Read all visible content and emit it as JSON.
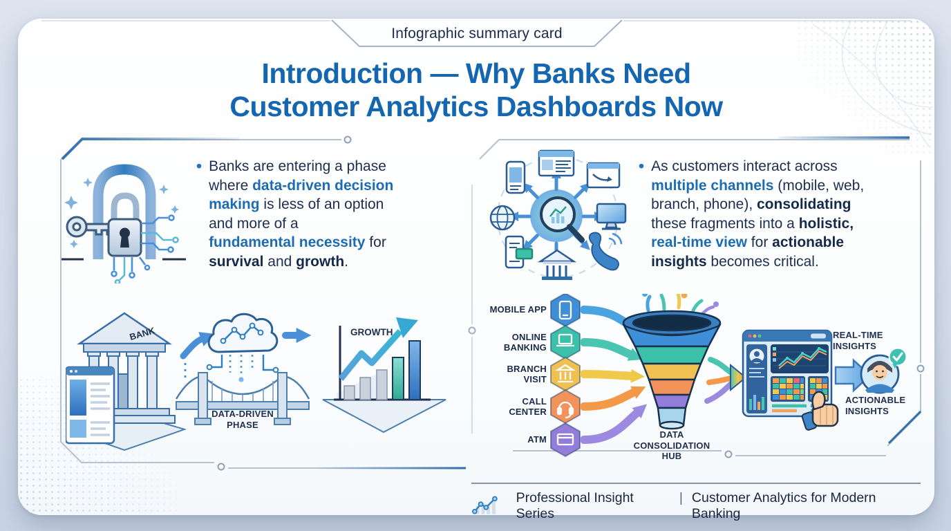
{
  "tab": {
    "label": "Infographic summary card"
  },
  "title": {
    "line1": "Introduction — Why Banks Need",
    "line2": "Customer Analytics Dashboards Now"
  },
  "left_panel": {
    "bullet_segments": [
      {
        "t": "Banks are entering a phase\nwhere ",
        "s": ""
      },
      {
        "t": "data-driven decision\nmaking",
        "s": "bb"
      },
      {
        "t": " is less of an option\nand more of a\n",
        "s": ""
      },
      {
        "t": "fundamental necessity",
        "s": "bb"
      },
      {
        "t": " for\n",
        "s": ""
      },
      {
        "t": "survival",
        "s": "bd"
      },
      {
        "t": " and ",
        "s": ""
      },
      {
        "t": "growth",
        "s": "bd"
      },
      {
        "t": ".",
        "s": ""
      }
    ],
    "scene": {
      "bank_sign": "BANK",
      "bridge_label": "DATA-DRIVEN\nPHASE",
      "growth_label": "GROWTH"
    }
  },
  "right_panel": {
    "bullet_segments": [
      {
        "t": "As customers interact across\n",
        "s": ""
      },
      {
        "t": "multiple channels",
        "s": "bb"
      },
      {
        "t": " (mobile, web,\nbranch, phone), ",
        "s": ""
      },
      {
        "t": "consolidating",
        "s": "bd"
      },
      {
        "t": "\nthese fragments into a ",
        "s": ""
      },
      {
        "t": "holistic,",
        "s": "bd"
      },
      {
        "t": "\n",
        "s": ""
      },
      {
        "t": "real-time view",
        "s": "bb"
      },
      {
        "t": " for ",
        "s": ""
      },
      {
        "t": "actionable\ninsights",
        "s": "bd"
      },
      {
        "t": " becomes critical.",
        "s": ""
      }
    ],
    "funnel": {
      "channels": [
        {
          "label": "MOBILE APP",
          "color": "#3f8fd8",
          "icon": "smartphone-icon"
        },
        {
          "label": "ONLINE BANKING",
          "color": "#3cc0a9",
          "icon": "laptop-icon"
        },
        {
          "label": "BRANCH VISIT",
          "color": "#f0c052",
          "icon": "bank-icon"
        },
        {
          "label": "CALL CENTER",
          "color": "#f2935c",
          "icon": "headset-icon"
        },
        {
          "label": "ATM",
          "color": "#937ddb",
          "icon": "card-icon"
        }
      ],
      "hub_label": "DATA\nCONSOLIDATION\nHUB",
      "realtime_label": "REAL-TIME\nINSIGHTS",
      "actionable_label": "ACTIONABLE\nINSIGHTS"
    }
  },
  "footer": {
    "series": "Professional Insight Series",
    "separator": "|",
    "subtitle": "Customer Analytics for Modern Banking"
  },
  "colors": {
    "title": "#1566b0",
    "body_text": "#1d2d50",
    "bold_dark": "#15294a",
    "bold_blue": "#1d6cb2",
    "funnel_bands": [
      "#3f8fd8",
      "#3cc0a9",
      "#f0c052",
      "#f2935c",
      "#937ddb"
    ],
    "arrow_colors": [
      "#4aa3e0",
      "#49c5b1",
      "#f0c94c",
      "#f2994a",
      "#9b8ae0"
    ]
  }
}
